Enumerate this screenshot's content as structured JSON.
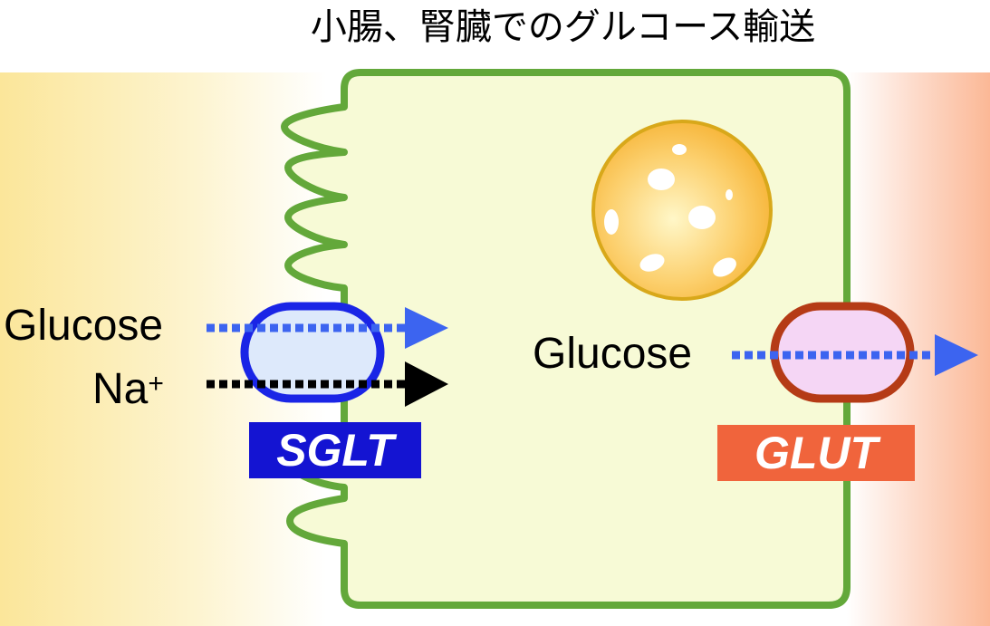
{
  "title": "小腸、腎臓でのグルコース輸送",
  "labels": {
    "glucose_left": "Glucose",
    "sodium": "Na",
    "sodium_charge": "+",
    "glucose_right": "Glucose"
  },
  "transporters": {
    "sglt": "SGLT",
    "glut": "GLUT"
  },
  "colors": {
    "cell_fill": "#f7fad6",
    "cell_border": "#63a83a",
    "sglt_border": "#1a25e6",
    "sglt_fill": "#dde9fb",
    "glut_border": "#b53b16",
    "glut_fill": "#f5d6f5",
    "glucose_arrow": "#3c64f0",
    "sodium_arrow": "#000000",
    "nucleus_fill": "#f9c24e",
    "nucleus_border": "#d8a81a"
  }
}
